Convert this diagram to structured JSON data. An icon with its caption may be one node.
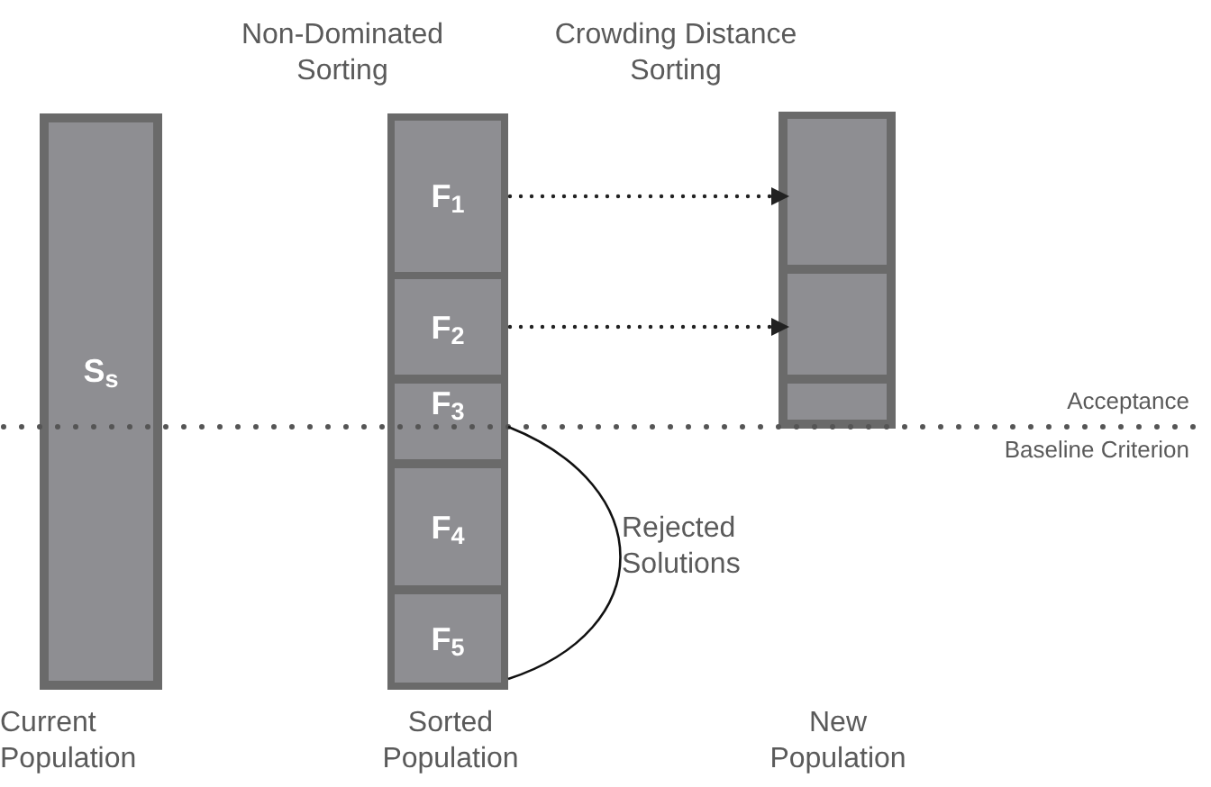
{
  "diagram": {
    "nodes": [
      {
        "text": [
          "S$_{s}$"
        ],
        "beside": [
          "Current Population"
        ]
      },
      {
        "text": [],
        "shape": "bar",
        "beside": [
          "Sorted Population"
        ]
      },
      {
        "text": [
          "F$_{1}$"
        ],
        "in": 1
      },
      {
        "text": [
          "F$_{2}$"
        ],
        "in": 1
      },
      {
        "text": [
          "F$_{3}$"
        ],
        "in": 1
      },
      {
        "text": [
          "F$_{4}$"
        ],
        "in": 1
      },
      {
        "text": [
          "F$_{5}$"
        ],
        "in": 1
      },
      {
        "text": [],
        "shape": "bar"
      },
      {
        "text": [],
        "shape": "box",
        "in": 7
      },
      {
        "text": [],
        "shape": "box",
        "in": 7
      },
      {
        "text": [],
        "shape": "box",
        "in": 7
      }
    ],
    "edges": [
      {
        "from": 2,
        "to": 8,
        "arrow": "to",
        "style": "dashed"
      },
      {
        "from": 3,
        "to": 9,
        "arrow": "to",
        "style": "dashed"
      }
    ],
    "labels": [
      "Non-Dominated Sorting",
      "Crowding Distance Sorting",
      "Acceptance",
      "Baseline Criterion",
      "Rejected Solutions",
      "New Population"
    ]
  }
}
